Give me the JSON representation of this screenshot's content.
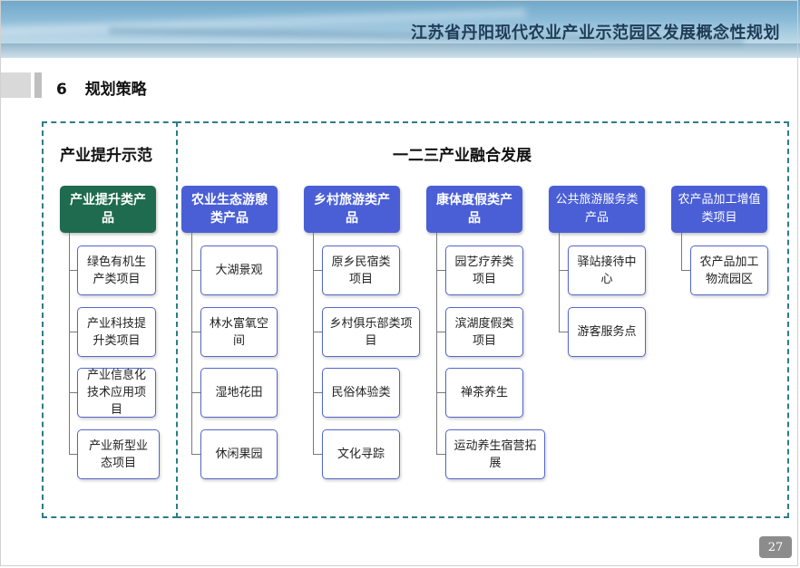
{
  "header": {
    "title": "江苏省丹阳现代农业产业示范园区发展概念性规划"
  },
  "section": {
    "number": "6",
    "title": "规划策略"
  },
  "left_region": {
    "title": "产业提升示范",
    "category": "产业提升类产品",
    "items": [
      "绿色有机生产类项目",
      "产业科技提升类项目",
      "产业信息化技术应用项目",
      "产业新型业态项目"
    ]
  },
  "right_region": {
    "title": "一二三产业融合发展",
    "columns": [
      {
        "category": "农业生态游憩类产品",
        "items": [
          "大湖景观",
          "林水富氧空间",
          "湿地花田",
          "休闲果园"
        ]
      },
      {
        "category": "乡村旅游类产品",
        "items": [
          "原乡民宿类项目",
          "乡村俱乐部类项目",
          "民俗体验类",
          "文化寻踪"
        ]
      },
      {
        "category": "康体度假类产品",
        "items": [
          "园艺疗养类项目",
          "滨湖度假类项目",
          "禅茶养生",
          "运动养生宿营拓展"
        ]
      },
      {
        "category": "公共旅游服务类产品",
        "items": [
          "驿站接待中心",
          "游客服务点"
        ]
      },
      {
        "category": "农产品加工增值类项目",
        "items": [
          "农产品加工物流园区"
        ]
      }
    ]
  },
  "footer": {
    "page_number": "27"
  },
  "colors": {
    "green_category": "#1f6b4f",
    "blue_category": "#4a5fd6",
    "dashed_border": "#2d7d86",
    "item_border": "#5566c8"
  }
}
